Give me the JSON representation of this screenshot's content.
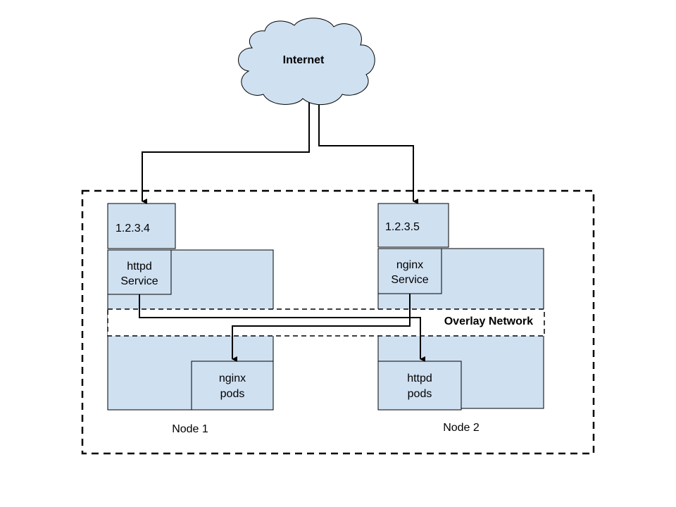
{
  "diagram": {
    "internet_label": "Internet",
    "overlay_label": "Overlay Network",
    "node1": {
      "label": "Node 1",
      "ip": "1.2.3.4",
      "service_line1": "httpd",
      "service_line2": "Service",
      "pods_line1": "nginx",
      "pods_line2": "pods"
    },
    "node2": {
      "label": "Node 2",
      "ip": "1.2.3.5",
      "service_line1": "nginx",
      "service_line2": "Service",
      "pods_line1": "httpd",
      "pods_line2": "pods"
    }
  },
  "colors": {
    "box_fill": "#cfe0f1",
    "stroke": "#000000",
    "overlay_fill": "#ffffff"
  }
}
